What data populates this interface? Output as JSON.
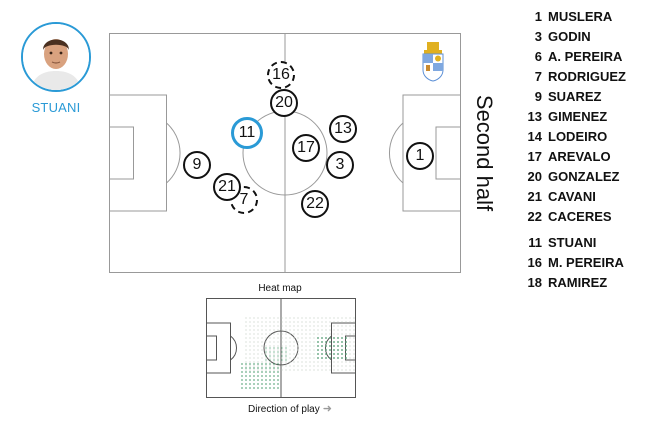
{
  "player": {
    "name": "STUANI"
  },
  "pitch": {
    "half_label": "Second half"
  },
  "markers": [
    {
      "num": "1",
      "sub": false,
      "focus": false
    },
    {
      "num": "3",
      "sub": false,
      "focus": false
    },
    {
      "num": "7",
      "sub": true,
      "focus": false
    },
    {
      "num": "9",
      "sub": false,
      "focus": false
    },
    {
      "num": "11",
      "sub": false,
      "focus": true
    },
    {
      "num": "13",
      "sub": false,
      "focus": false
    },
    {
      "num": "16",
      "sub": true,
      "focus": false
    },
    {
      "num": "17",
      "sub": false,
      "focus": false
    },
    {
      "num": "20",
      "sub": false,
      "focus": false
    },
    {
      "num": "21",
      "sub": false,
      "focus": false
    },
    {
      "num": "22",
      "sub": false,
      "focus": false
    }
  ],
  "roster": [
    {
      "num": "1",
      "name": "MUSLERA"
    },
    {
      "num": "3",
      "name": "GODIN"
    },
    {
      "num": "6",
      "name": "A. PEREIRA"
    },
    {
      "num": "7",
      "name": "RODRIGUEZ"
    },
    {
      "num": "9",
      "name": "SUAREZ"
    },
    {
      "num": "13",
      "name": "GIMENEZ"
    },
    {
      "num": "14",
      "name": "LODEIRO"
    },
    {
      "num": "17",
      "name": "AREVALO"
    },
    {
      "num": "20",
      "name": "GONZALEZ"
    },
    {
      "num": "21",
      "name": "CAVANI"
    },
    {
      "num": "22",
      "name": "CACERES"
    },
    {
      "num": "11",
      "name": "STUANI"
    },
    {
      "num": "16",
      "name": "M. PEREIRA"
    },
    {
      "num": "18",
      "name": "RAMIREZ"
    }
  ],
  "heatmap": {
    "title": "Heat map",
    "direction_label": "Direction of play",
    "accent": "#2e8b57"
  },
  "colors": {
    "accent": "#2a9ad6",
    "line": "#999999"
  }
}
